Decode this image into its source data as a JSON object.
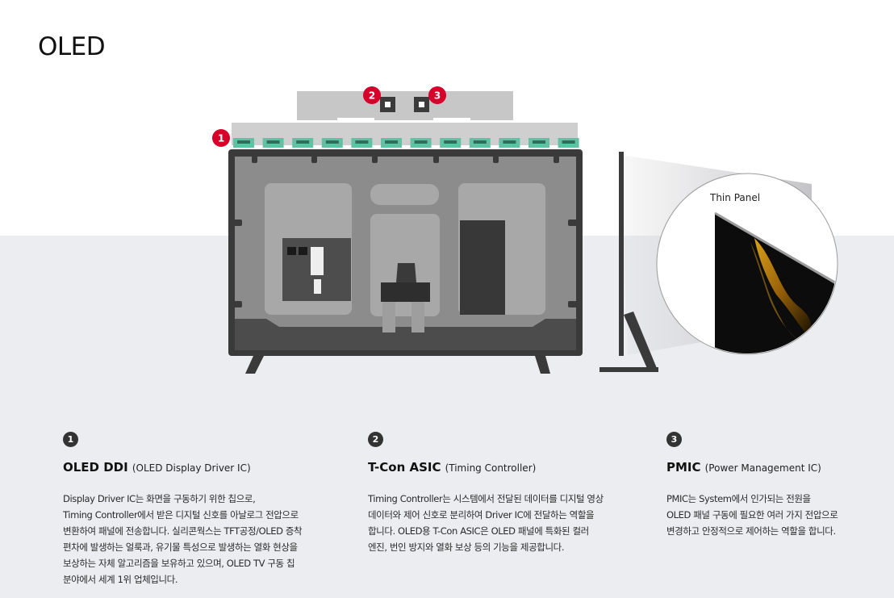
{
  "title": "OLED",
  "diagram": {
    "markers": [
      "1",
      "2",
      "3"
    ],
    "callout_label": "Thin Panel"
  },
  "columns": [
    {
      "number": "1",
      "name": "OLED DDI",
      "subtitle": "(OLED Display Driver IC)",
      "lines": [
        "Display Driver IC는 화면을 구동하기 위한 칩으로,",
        "Timing Controller에서 받은 디지털 신호를 아날로그 전압으로",
        "변환하여 패널에 전송합니다. 실리콘웍스는 TFT공정/OLED 증착",
        "편차에 발생하는 얼룩과, 유기물 특성으로 발생하는 열화 현상을",
        "보상하는 자체 알고리즘을 보유하고 있으며, OLED TV 구동 칩",
        "분야에서 세계 1위 업체입니다."
      ]
    },
    {
      "number": "2",
      "name": "T-Con ASIC",
      "subtitle": "(Timing Controller)",
      "lines": [
        "Timing Controller는 시스템에서 전달된 데이터를 디지털 영상",
        "데이터와 제어 신호로 분리하여 Driver IC에 전달하는 역할을",
        "합니다. OLED용 T-Con ASIC은 OLED 패널에 특화된 컬러",
        "엔진, 번인 방지와 열화 보상 등의 기능을 제공합니다."
      ]
    },
    {
      "number": "3",
      "name": "PMIC",
      "subtitle": "(Power Management IC)",
      "lines": [
        "PMIC는 System에서 인가되는 전원을",
        "OLED 패널 구동에 필요한 여러 가지 전압으로",
        "변경하고 안정적으로 제어하는 역할을 합니다."
      ]
    }
  ],
  "colors": {
    "marker_red": "#d6002a",
    "chip_green": "#5fc3a3",
    "tv_frame": "#3a3a3a",
    "background_band": "#ecedf0"
  }
}
